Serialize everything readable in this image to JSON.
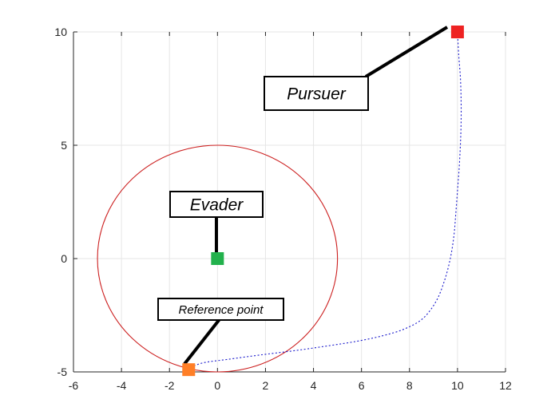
{
  "chart_data": {
    "type": "line",
    "xlim": [
      -6,
      12
    ],
    "ylim": [
      -5,
      10
    ],
    "xticks": [
      -6,
      -4,
      -2,
      0,
      2,
      4,
      6,
      8,
      10,
      12
    ],
    "yticks": [
      -5,
      0,
      5,
      10
    ],
    "grid": true,
    "circle": {
      "center": [
        0,
        0
      ],
      "radius": 5,
      "color": "#cc1f1f"
    },
    "trajectory": {
      "color": "#1a1acc",
      "style": "dotted",
      "points": [
        [
          10,
          10
        ],
        [
          10.05,
          9
        ],
        [
          10.12,
          8
        ],
        [
          10.15,
          7
        ],
        [
          10.15,
          6
        ],
        [
          10.12,
          5
        ],
        [
          10.07,
          4
        ],
        [
          10.0,
          3
        ],
        [
          9.93,
          2
        ],
        [
          9.85,
          1
        ],
        [
          9.7,
          0
        ],
        [
          9.45,
          -1
        ],
        [
          9.1,
          -1.9
        ],
        [
          8.55,
          -2.65
        ],
        [
          7.8,
          -3.1
        ],
        [
          6.9,
          -3.4
        ],
        [
          5.8,
          -3.65
        ],
        [
          4.6,
          -3.85
        ],
        [
          3.3,
          -4.05
        ],
        [
          1.8,
          -4.25
        ],
        [
          0.4,
          -4.45
        ],
        [
          -0.6,
          -4.6
        ],
        [
          -1.25,
          -4.85
        ]
      ]
    },
    "markers": [
      {
        "name": "pursuer",
        "x": 10,
        "y": 10,
        "color": "#ee2222"
      },
      {
        "name": "evader",
        "x": 0,
        "y": 0,
        "color": "#22b14c"
      },
      {
        "name": "reference",
        "x": -1.2,
        "y": -4.9,
        "color": "#ff7f27"
      }
    ],
    "annotations": [
      {
        "name": "pursuer",
        "text": "Pursuer"
      },
      {
        "name": "evader",
        "text": "Evader"
      },
      {
        "name": "reference",
        "text": "Reference point"
      }
    ]
  }
}
